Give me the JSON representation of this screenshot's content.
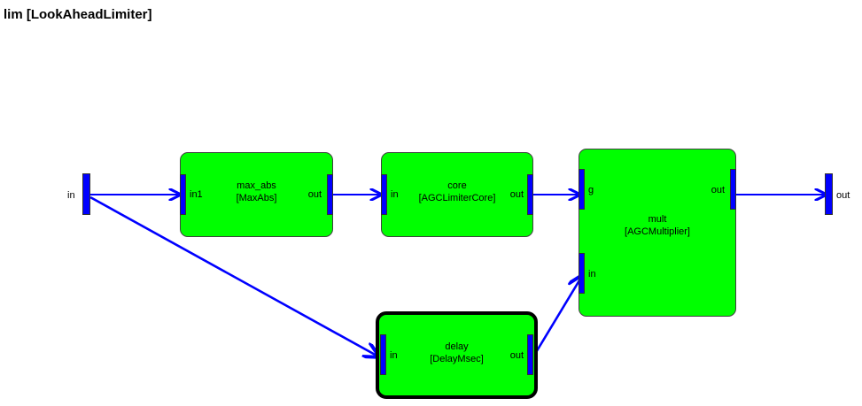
{
  "diagram": {
    "title": "lim [LookAheadLimiter]",
    "colors": {
      "block_fill": "#00ff00",
      "block_border": "#404040",
      "selected_border": "#000000",
      "port_fill": "#0000ff",
      "wire": "#0000ff",
      "background": "#ffffff",
      "text": "#000000"
    },
    "terminals": [
      {
        "name": "in",
        "label": "in",
        "kind": "input-terminal"
      },
      {
        "name": "out",
        "label": "out",
        "kind": "output-terminal"
      }
    ],
    "blocks": [
      {
        "id": "max_abs",
        "name": "max_abs",
        "type": "[MaxAbs]",
        "selected": false,
        "ports": [
          {
            "label": "in1",
            "side": "left"
          },
          {
            "label": "out",
            "side": "right"
          }
        ]
      },
      {
        "id": "core",
        "name": "core",
        "type": "[AGCLimiterCore]",
        "selected": false,
        "ports": [
          {
            "label": "in",
            "side": "left"
          },
          {
            "label": "out",
            "side": "right"
          }
        ]
      },
      {
        "id": "mult",
        "name": "mult",
        "type": "[AGCMultiplier]",
        "selected": false,
        "ports": [
          {
            "label": "g",
            "side": "left-top"
          },
          {
            "label": "in",
            "side": "left-bottom"
          },
          {
            "label": "out",
            "side": "right-top"
          }
        ]
      },
      {
        "id": "delay",
        "name": "delay",
        "type": "[DelayMsec]",
        "selected": true,
        "ports": [
          {
            "label": "in",
            "side": "left"
          },
          {
            "label": "out",
            "side": "right"
          }
        ]
      }
    ],
    "connections": [
      {
        "from": "in",
        "to": "max_abs.in1"
      },
      {
        "from": "max_abs.out",
        "to": "core.in"
      },
      {
        "from": "core.out",
        "to": "mult.g"
      },
      {
        "from": "mult.out",
        "to": "out"
      },
      {
        "from": "in",
        "to": "delay.in"
      },
      {
        "from": "delay.out",
        "to": "mult.in"
      }
    ]
  }
}
